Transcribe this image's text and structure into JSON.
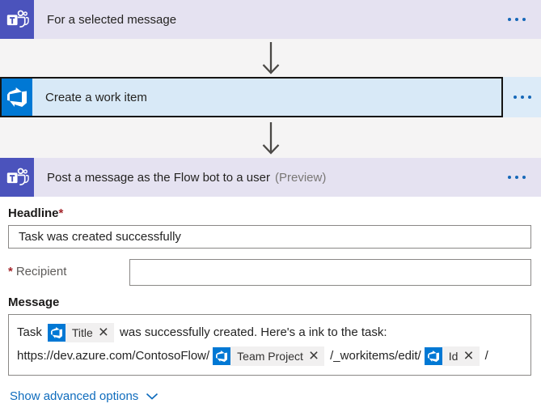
{
  "icons": {
    "close": "×",
    "more_options": "ellipsis-dots",
    "chevron_down": "chevron-down",
    "arrow_down": "flow-arrow",
    "teams": "microsoft-teams-logo",
    "devops": "azure-devops-logo"
  },
  "colors": {
    "teams_purple": "#4b53bc",
    "devops_blue": "#0078d4",
    "header_lavender": "#e5e2f1",
    "selected_blue": "#d8e9f7",
    "selected_border": "#161514",
    "accent_blue": "#0f6cbd",
    "required_red": "#a4262c"
  },
  "flow": {
    "trigger": {
      "title": "For a selected message"
    },
    "action1": {
      "title": "Create a work item"
    },
    "action2": {
      "title": "Post a message as the Flow bot to a user",
      "preview": "(Preview)"
    }
  },
  "form": {
    "required_mark": "*",
    "headline": {
      "label": "Headline",
      "value": "Task was created successfully"
    },
    "recipient": {
      "label": "Recipient",
      "value": ""
    },
    "message": {
      "label": "Message",
      "line1_prefix": "Task",
      "line1_suffix": "was successfully created. Here's a ink to the task:",
      "line2_part1": "https://dev.azure.com/ContosoFlow/",
      "line2_part2": "/_workitems/edit/",
      "line2_part3": "/",
      "tokens": {
        "title": "Title",
        "team_project": "Team Project",
        "id": "Id"
      }
    },
    "advanced_options_label": "Show advanced options"
  }
}
